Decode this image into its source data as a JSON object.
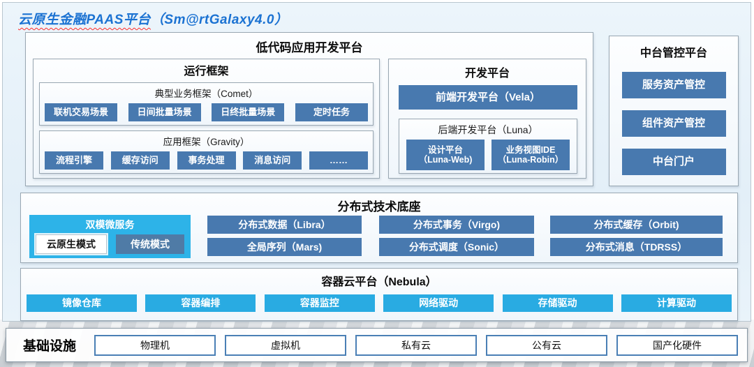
{
  "title": {
    "part1": "云原生金融PAAS平台",
    "part2": "（Sm@rtGalaxy4.0）"
  },
  "colors": {
    "title_blue": "#1b72d2",
    "steel_blue": "#4879af",
    "cyan": "#29abe2",
    "dual_box_cyan": "#2db3e8",
    "traditional_blue": "#4f7ba6",
    "squiggle_red": "#ff2b2b",
    "panel_background": "#e8f2f9"
  },
  "low_code": {
    "title": "低代码应用开发平台",
    "runtime": {
      "title": "运行框架",
      "comet": {
        "title": "典型业务框架（Comet）",
        "items": [
          "联机交易场景",
          "日间批量场景",
          "日终批量场景",
          "定时任务"
        ]
      },
      "gravity": {
        "title": "应用框架（Gravity）",
        "items": [
          "流程引擎",
          "缓存访问",
          "事务处理",
          "消息访问",
          "……"
        ]
      }
    },
    "dev": {
      "title": "开发平台",
      "vela": "前端开发平台（Vela）",
      "luna": {
        "title": "后端开发平台（Luna）",
        "items": [
          {
            "line1": "设计平台",
            "line2": "（Luna-Web)"
          },
          {
            "line1": "业务视图IDE",
            "line2": "（Luna-Robin）"
          }
        ]
      }
    }
  },
  "midplatform": {
    "title": "中台管控平台",
    "items": [
      "服务资产管控",
      "组件资产管控",
      "中台门户"
    ]
  },
  "distributed": {
    "title": "分布式技术底座",
    "dual": {
      "title": "双模微服务",
      "modes": [
        "云原生模式",
        "传统模式"
      ]
    },
    "columns": [
      [
        "分布式数据（Libra）",
        "全局序列（Mars)"
      ],
      [
        "分布式事务（Virgo)",
        "分布式调度（Sonic）"
      ],
      [
        "分布式缓存（Orbit)",
        "分布式消息（TDRSS）"
      ]
    ]
  },
  "nebula": {
    "title": "容器云平台（Nebula）",
    "items": [
      "镜像仓库",
      "容器编排",
      "容器监控",
      "网络驱动",
      "存储驱动",
      "计算驱动"
    ]
  },
  "infra": {
    "title": "基础设施",
    "items": [
      "物理机",
      "虚拟机",
      "私有云",
      "公有云",
      "国产化硬件"
    ]
  }
}
